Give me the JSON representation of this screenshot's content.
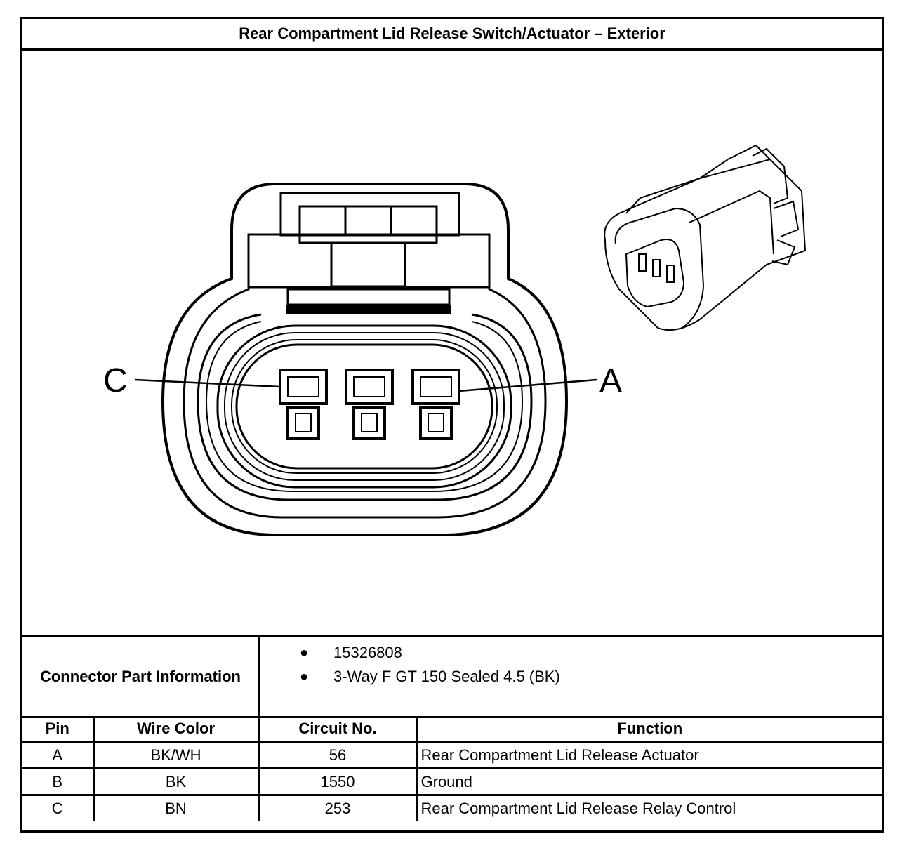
{
  "title": "Rear Compartment Lid Release Switch/Actuator – Exterior",
  "diagram": {
    "pin_labels": {
      "left": "C",
      "right": "A"
    }
  },
  "connector_part_info": {
    "label": "Connector Part Information",
    "items": [
      "15326808",
      "3-Way F GT 150 Sealed 4.5 (BK)"
    ]
  },
  "pin_table": {
    "headers": [
      "Pin",
      "Wire Color",
      "Circuit No.",
      "Function"
    ],
    "rows": [
      [
        "A",
        "BK/WH",
        "56",
        "Rear Compartment Lid Release Actuator"
      ],
      [
        "B",
        "BK",
        "1550",
        "Ground"
      ],
      [
        "C",
        "BN",
        "253",
        "Rear Compartment Lid Release Relay Control"
      ]
    ]
  }
}
